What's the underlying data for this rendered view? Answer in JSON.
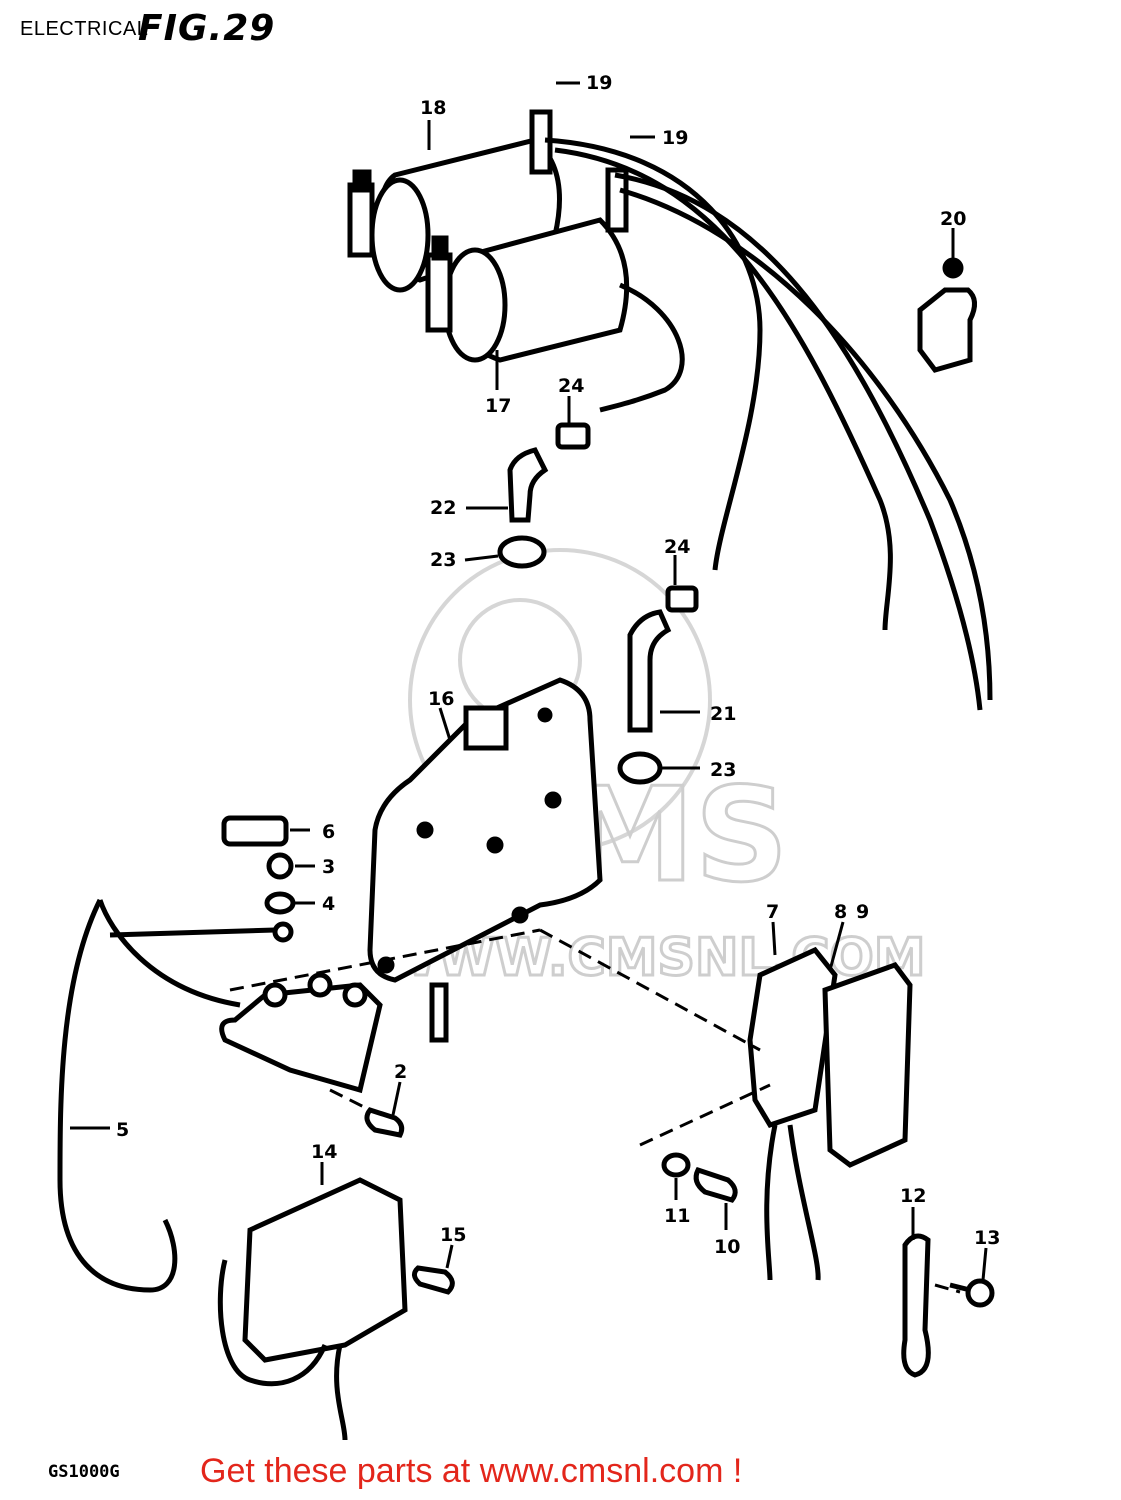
{
  "page": {
    "title": "ELECTRICAL",
    "figure_label": "FIG.29",
    "model_code": "GS1000G",
    "promo_text": "Get these parts at www.cmsnl.com !"
  },
  "watermark": {
    "brand": "CMS",
    "url": "WWW.CMSNL.COM"
  },
  "callouts": {
    "c2": "2",
    "c3": "3",
    "c4": "4",
    "c5": "5",
    "c6": "6",
    "c7": "7",
    "c8": "8",
    "c9": "9",
    "c10": "10",
    "c11": "11",
    "c12": "12",
    "c13": "13",
    "c14": "14",
    "c15": "15",
    "c16": "16",
    "c17": "17",
    "c18": "18",
    "c19a": "19",
    "c19b": "19",
    "c20": "20",
    "c21": "21",
    "c22": "22",
    "c23a": "23",
    "c23b": "23",
    "c24a": "24",
    "c24b": "24"
  },
  "colors": {
    "ink": "#000000",
    "promo": "#e3261b",
    "watermark": "#c9c9c9"
  }
}
